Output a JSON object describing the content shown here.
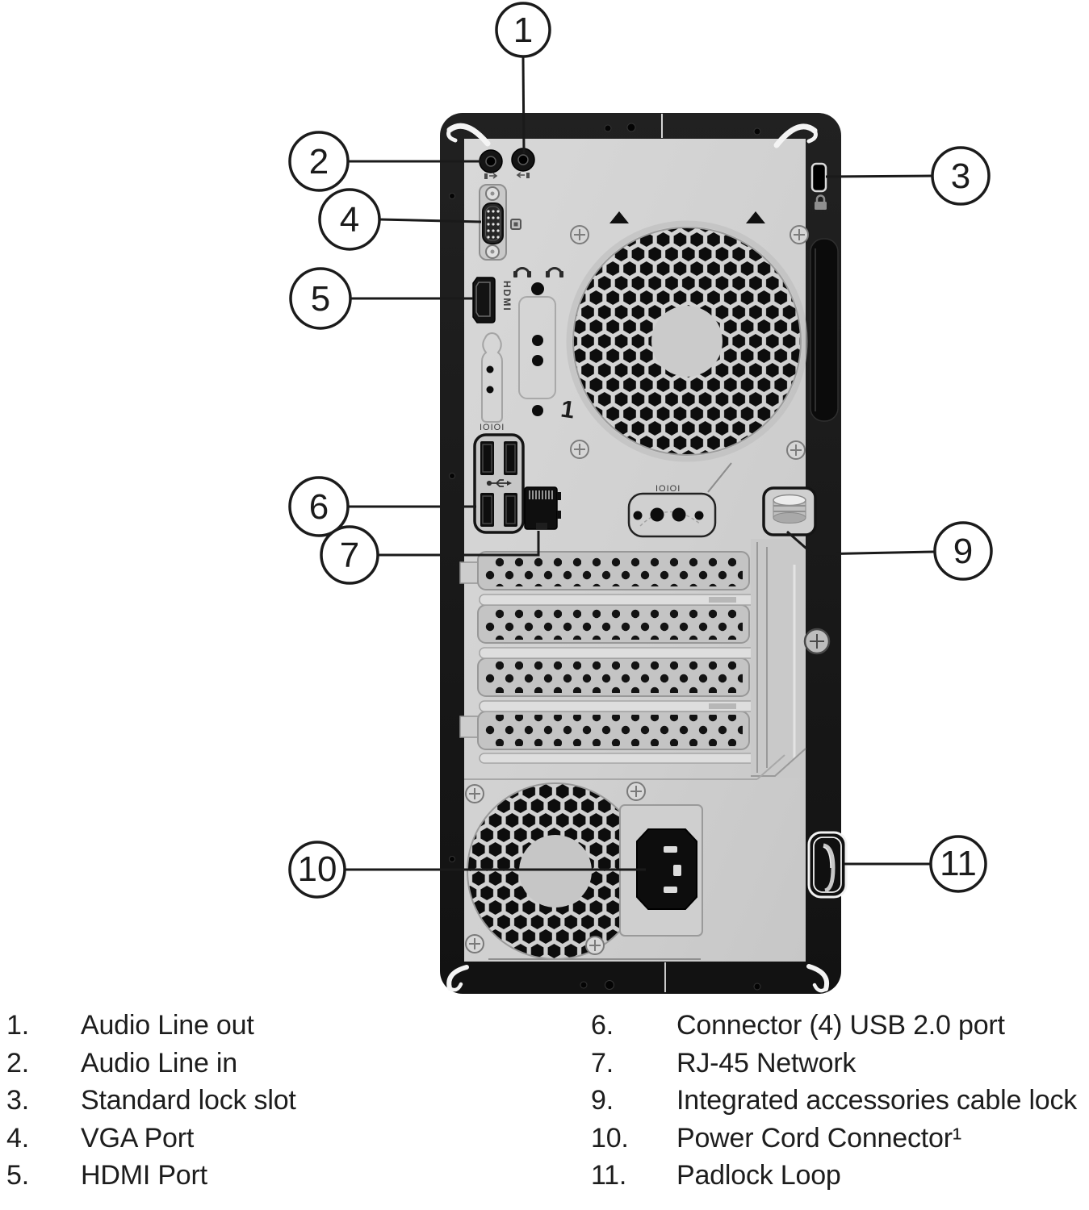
{
  "figure_type": "hardware-rear-panel-diagram",
  "colors": {
    "chassis": "#181818",
    "panel": "#d3d3d3",
    "callout_line": "#1a1a1a",
    "text": "#1d1d1d"
  },
  "panel": {
    "hdmi": "HDMI",
    "serial_top": "IOIOI",
    "serial_mid": "IOIOI",
    "marking": "1"
  },
  "callouts": [
    {
      "number": "1"
    },
    {
      "number": "2"
    },
    {
      "number": "3"
    },
    {
      "number": "4"
    },
    {
      "number": "5"
    },
    {
      "number": "6"
    },
    {
      "number": "7"
    },
    {
      "number": "9"
    },
    {
      "number": "10"
    },
    {
      "number": "11"
    }
  ],
  "legend": {
    "left": [
      {
        "num": "1.",
        "label": "Audio Line out"
      },
      {
        "num": "2.",
        "label": "Audio Line in"
      },
      {
        "num": "3.",
        "label": "Standard lock slot"
      },
      {
        "num": "4.",
        "label": "VGA Port"
      },
      {
        "num": "5.",
        "label": "HDMI Port"
      }
    ],
    "right": [
      {
        "num": "6.",
        "label": "Connector (4) USB 2.0 port"
      },
      {
        "num": "7.",
        "label": "RJ-45 Network"
      },
      {
        "num": "9.",
        "label": "Integrated accessories cable lock"
      },
      {
        "num": "10.",
        "label": "Power Cord Connector¹"
      },
      {
        "num": "11.",
        "label": "Padlock Loop"
      }
    ]
  }
}
